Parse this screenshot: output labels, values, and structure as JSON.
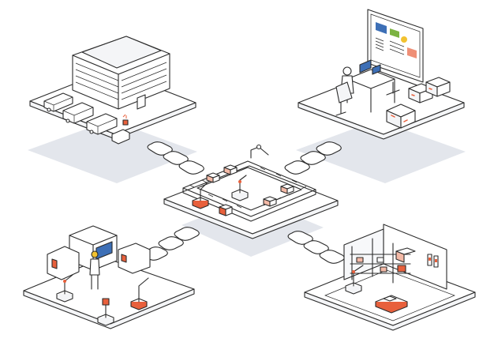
{
  "palette": {
    "outline": "#2b2b2b",
    "platform_top": "#ffffff",
    "platform_side": "#f4f5f7",
    "shadow": "#e3e6ec",
    "accent_orange": "#e8603c",
    "accent_light": "#f3b9a6",
    "screen_blue": "#3d6fb6",
    "screen_green": "#7cb342",
    "screen_yellow": "#f2c230"
  },
  "scene": {
    "center_hub": "conveyor-production-line",
    "tiles": [
      "warehouse-logistics",
      "control-office",
      "robotic-assembly",
      "automated-storage"
    ]
  }
}
